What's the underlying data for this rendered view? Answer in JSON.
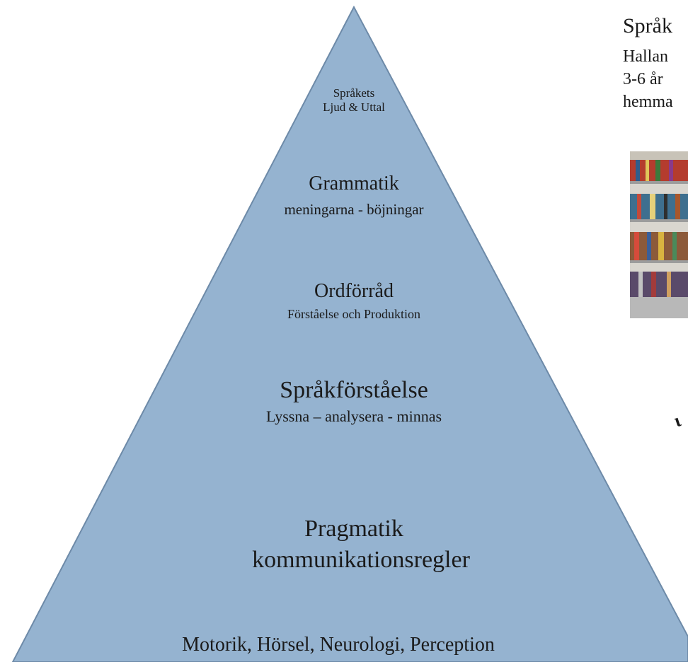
{
  "pyramid": {
    "fill": "#95b3d0",
    "stroke": "#6d8aa8",
    "levels": [
      {
        "title": "Språkets",
        "subtitle": "Ljud & Uttal"
      },
      {
        "title": "Grammatik",
        "subtitle": "meningarna - böjningar"
      },
      {
        "title": "Ordförråd",
        "subtitle": "Förståelse och Produktion"
      },
      {
        "title": "Språkförståelse",
        "subtitle": "Lyssna – analysera - minnas"
      },
      {
        "title": "Pragmatik",
        "subtitle": "kommunikationsregler"
      },
      {
        "title": "Motorik, Hörsel, Neurologi, Perception",
        "subtitle": ""
      }
    ]
  },
  "side": {
    "heading": "Språk",
    "lines": [
      "Hallan",
      "3-6 år",
      "hemma"
    ]
  }
}
